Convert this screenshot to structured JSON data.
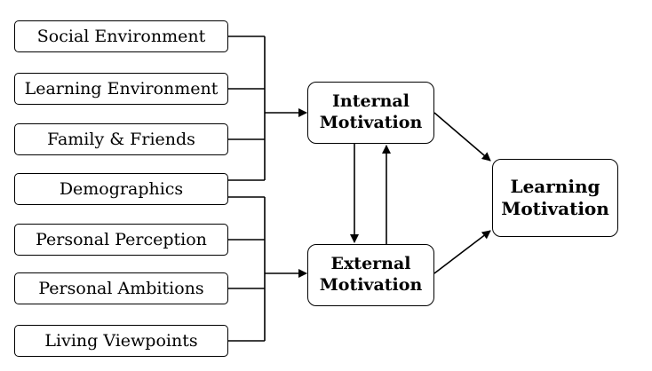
{
  "factors_top": [
    {
      "label": "Social Environment"
    },
    {
      "label": "Learning Environment"
    },
    {
      "label": "Family & Friends"
    },
    {
      "label": "Demographics"
    }
  ],
  "factors_bottom": [
    {
      "label": "Personal Perception"
    },
    {
      "label": "Personal Ambitions"
    },
    {
      "label": "Living Viewpoints"
    }
  ],
  "internal": {
    "line1": "Internal",
    "line2": "Motivation"
  },
  "external": {
    "line1": "External",
    "line2": "Motivation"
  },
  "learning": {
    "line1": "Learning",
    "line2": "Motivation"
  },
  "colors": {
    "stroke": "#000000",
    "background": "#ffffff"
  }
}
